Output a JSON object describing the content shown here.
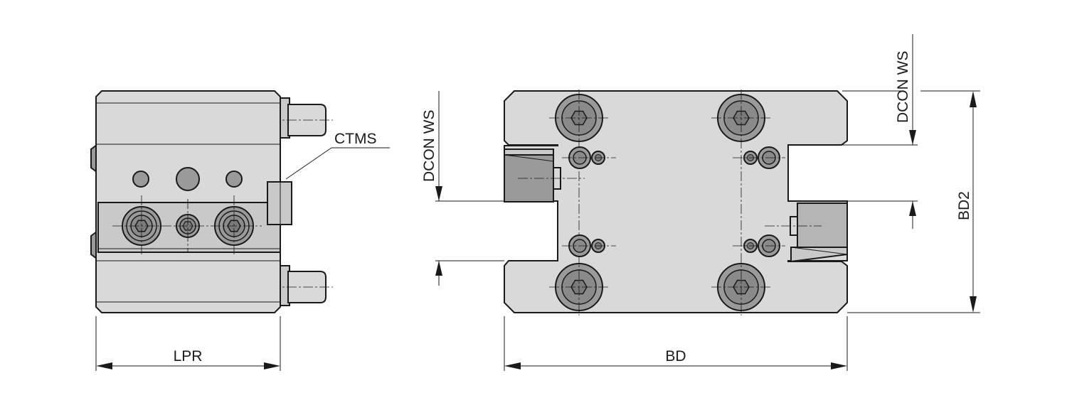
{
  "labels": {
    "ctms": "CTMS",
    "lpr": "LPR",
    "bd": "BD",
    "bd2": "BD2",
    "dcon_ws_left": "DCON WS",
    "dcon_ws_right": "DCON WS"
  },
  "colors": {
    "body_fill": "#d9d9d9",
    "shade_fill": "#c9c9c9",
    "dark_fill": "#9a9a9a",
    "line": "#1a1a1a"
  }
}
